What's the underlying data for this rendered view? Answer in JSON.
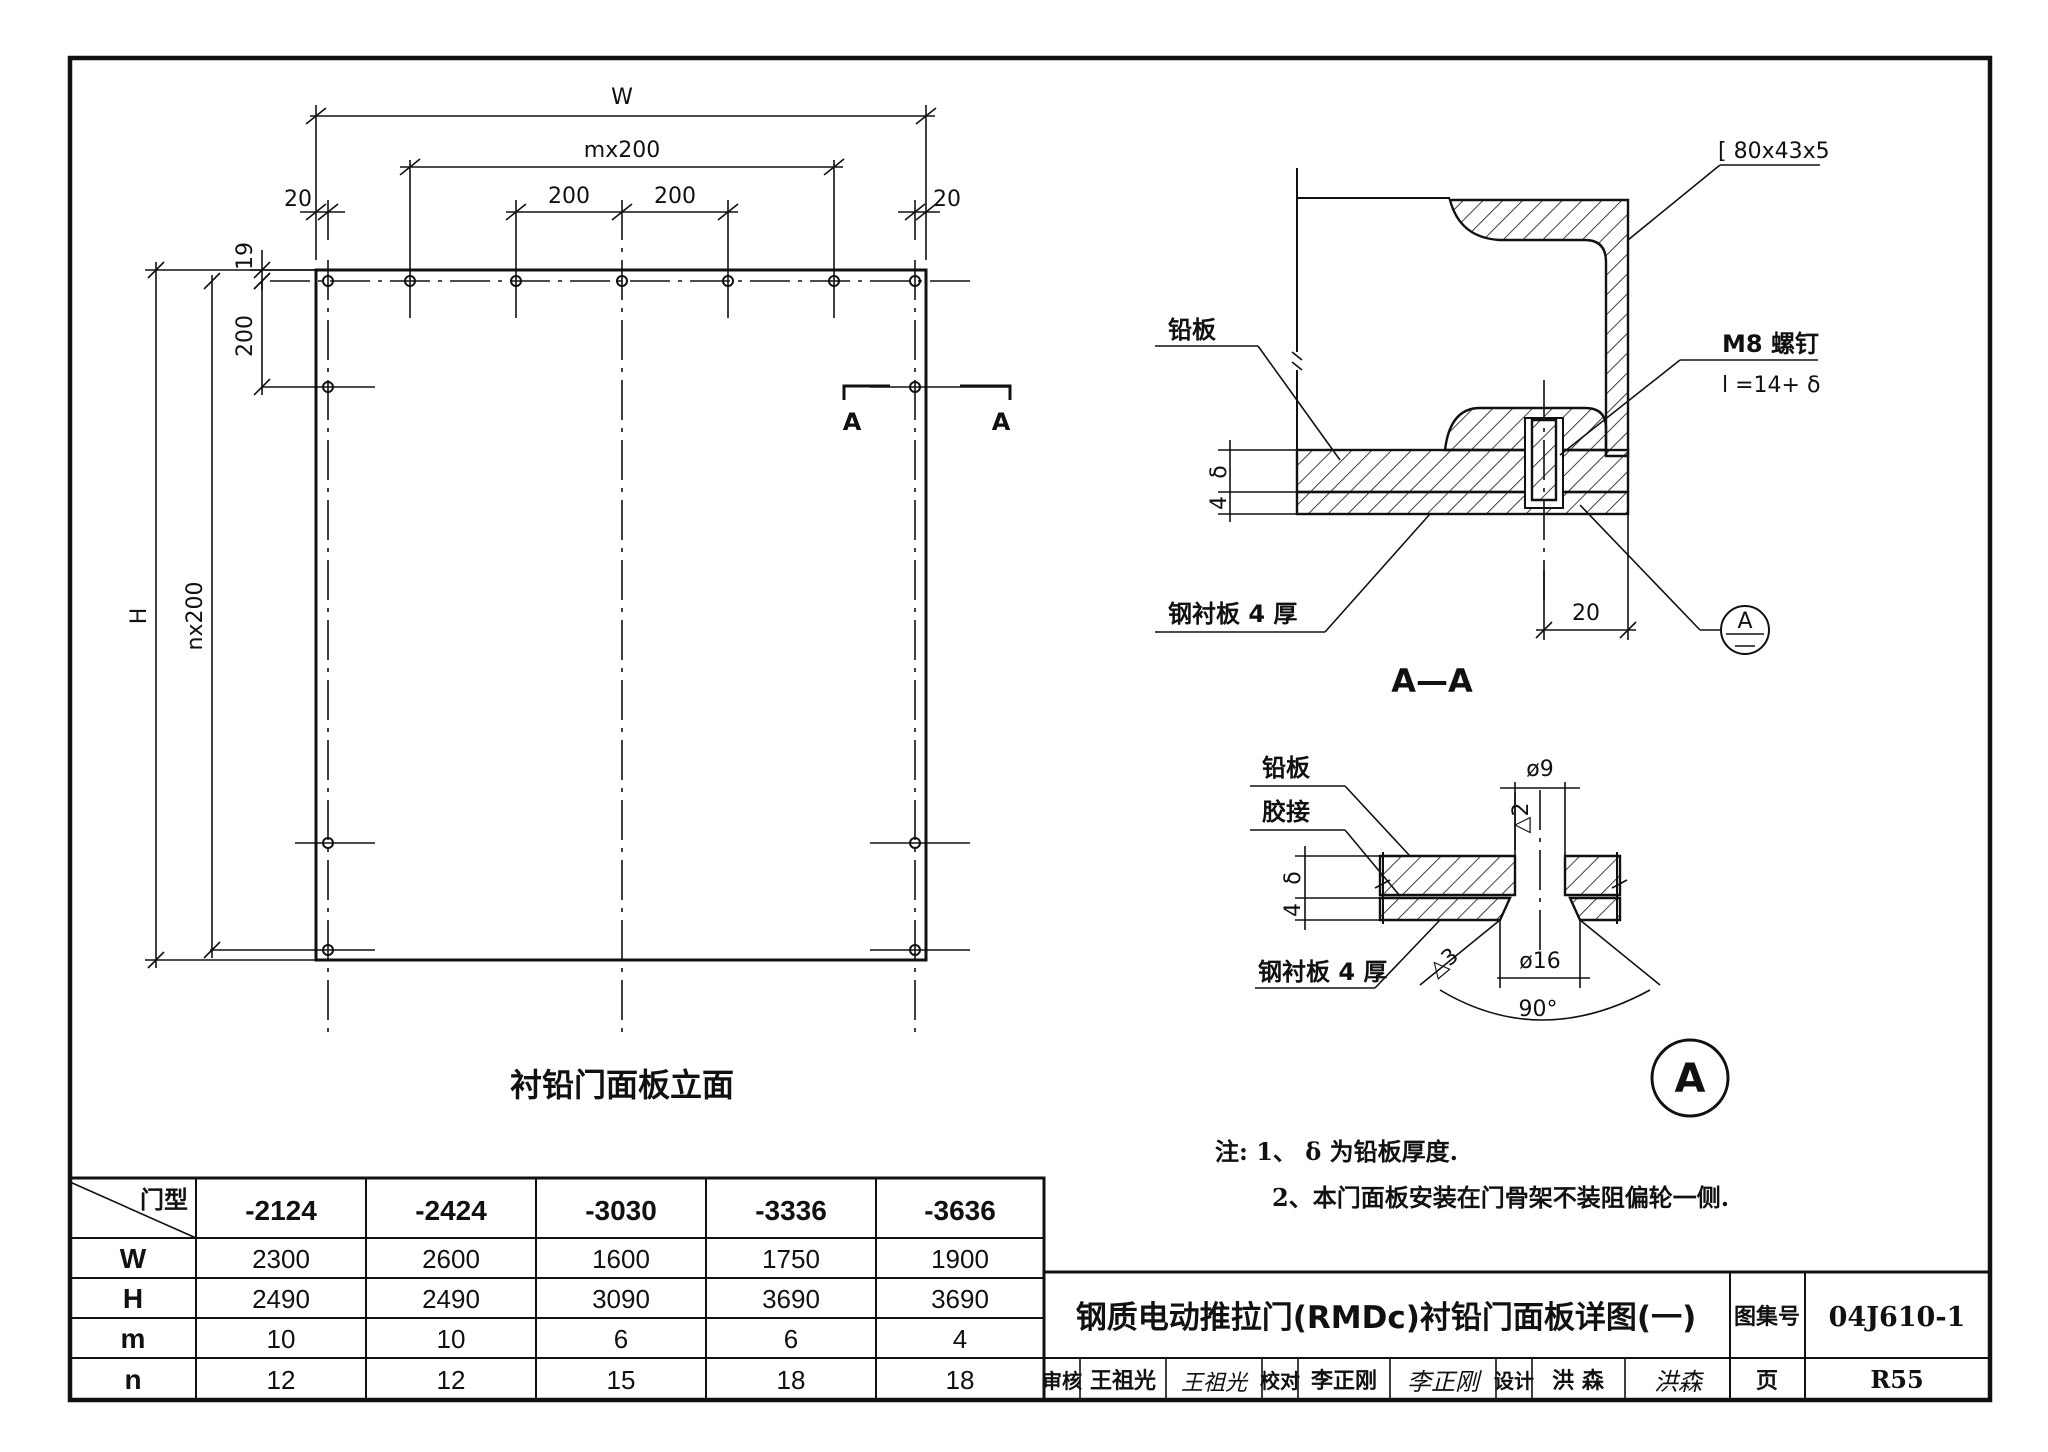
{
  "elevation": {
    "title": "衬铅门面板立面",
    "dim_w": "W",
    "dim_mx200": "mx200",
    "dim_200a": "200",
    "dim_200b": "200",
    "dim_20_left": "20",
    "dim_20_right": "20",
    "dim_19": "19",
    "dim_200_side": "200",
    "dim_h": "H",
    "dim_nx200": "nx200",
    "section_mark_left": "A",
    "section_mark_right": "A"
  },
  "section_aa": {
    "title": "A—A",
    "channel_label": "[ 80x43x5",
    "lead_label": "铅板",
    "screw_label": "M8 螺钉",
    "screw_length": "l =14+ δ",
    "delta": "δ",
    "four": "4",
    "steel_label": "钢衬板 4 厚",
    "dim_20": "20",
    "detail_ref": "A"
  },
  "detail_a": {
    "lead_label": "铅板",
    "glue_label": "胶接",
    "steel_label": "钢衬板 4 厚",
    "dia9": "ø9",
    "tri2": "△2",
    "delta": "δ",
    "four": "4",
    "tri3": "△3",
    "dia16": "ø16",
    "angle": "90°",
    "detail_id": "A"
  },
  "notes": {
    "line1": "注: 1、 δ 为铅板厚度.",
    "line2": "2、本门面板安装在门骨架不装阻偏轮一侧."
  },
  "table": {
    "corner_label": "门型",
    "columns": [
      "-2124",
      "-2424",
      "-3030",
      "-3336",
      "-3636"
    ],
    "rows": [
      {
        "label": "W",
        "values": [
          "2300",
          "2600",
          "1600",
          "1750",
          "1900"
        ]
      },
      {
        "label": "H",
        "values": [
          "2490",
          "2490",
          "3090",
          "3690",
          "3690"
        ]
      },
      {
        "label": "m",
        "values": [
          "10",
          "10",
          "6",
          "6",
          "4"
        ]
      },
      {
        "label": "n",
        "values": [
          "12",
          "12",
          "15",
          "18",
          "18"
        ]
      }
    ]
  },
  "title_block": {
    "drawing_title": "钢质电动推拉门(RMDc)衬铅门面板详图(一)",
    "atlas_label": "图集号",
    "atlas_no": "04J610-1",
    "page_label": "页",
    "page_no": "R55",
    "review_label": "审核",
    "reviewer": "王祖光",
    "reviewer_sig": "王祖光",
    "check_label": "校对",
    "checker": "李正刚",
    "checker_sig": "李正刚",
    "design_label": "设计",
    "designer": "洪 森",
    "designer_sig": "洪森"
  }
}
